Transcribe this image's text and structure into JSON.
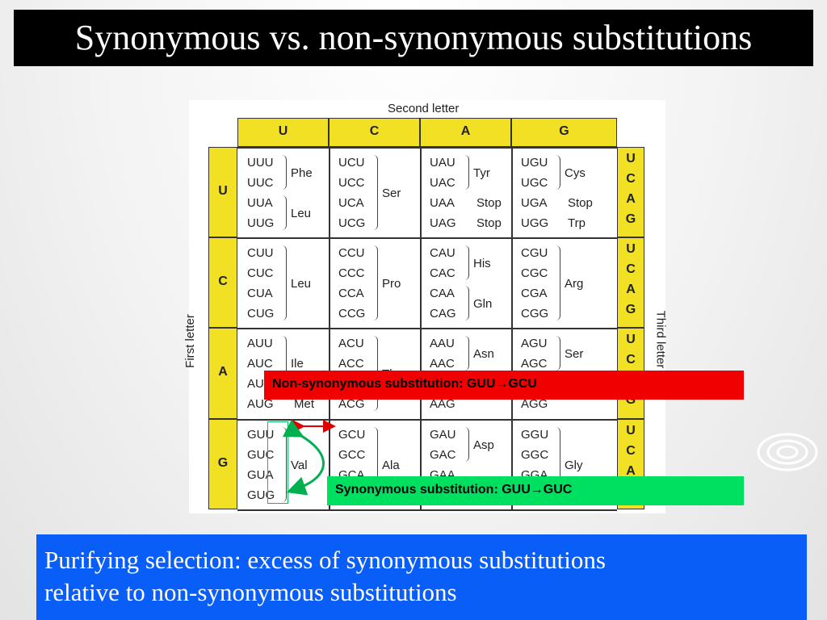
{
  "slide": {
    "title": "Synonymous vs. non-synonymous substitutions",
    "bottom_text_line1": "Purifying selection: excess of synonymous substitutions",
    "bottom_text_line2": "relative to non-synonymous substitutions"
  },
  "callouts": {
    "non_synonymous": "Non-synonymous substitution: GUU→GCU",
    "synonymous": "Synonymous substitution: GUU→GUC"
  },
  "table": {
    "second_letter_label": "Second letter",
    "first_letter_label": "First letter",
    "third_letter_label": "Third letter",
    "second_letters": [
      "U",
      "C",
      "A",
      "G"
    ],
    "first_letters": [
      "U",
      "C",
      "A",
      "G"
    ],
    "third_letters": [
      "U",
      "C",
      "A",
      "G"
    ],
    "blocks": [
      [
        {
          "codons": [
            "UUU",
            "UUC",
            "UUA",
            "UUG"
          ],
          "aa": [
            {
              "name": "Phe",
              "rows": [
                0,
                1
              ]
            },
            {
              "name": "Leu",
              "rows": [
                2,
                3
              ]
            }
          ]
        },
        {
          "codons": [
            "UCU",
            "UCC",
            "UCA",
            "UCG"
          ],
          "aa": [
            {
              "name": "Ser",
              "rows": [
                0,
                3
              ]
            }
          ]
        },
        {
          "codons": [
            "UAU",
            "UAC",
            "UAA",
            "UAG"
          ],
          "aa": [
            {
              "name": "Tyr",
              "rows": [
                0,
                1
              ]
            },
            {
              "name": "Stop",
              "rows": [
                2,
                2
              ]
            },
            {
              "name": "Stop",
              "rows": [
                3,
                3
              ]
            }
          ]
        },
        {
          "codons": [
            "UGU",
            "UGC",
            "UGA",
            "UGG"
          ],
          "aa": [
            {
              "name": "Cys",
              "rows": [
                0,
                1
              ]
            },
            {
              "name": "Stop",
              "rows": [
                2,
                2
              ]
            },
            {
              "name": "Trp",
              "rows": [
                3,
                3
              ]
            }
          ]
        }
      ],
      [
        {
          "codons": [
            "CUU",
            "CUC",
            "CUA",
            "CUG"
          ],
          "aa": [
            {
              "name": "Leu",
              "rows": [
                0,
                3
              ]
            }
          ]
        },
        {
          "codons": [
            "CCU",
            "CCC",
            "CCA",
            "CCG"
          ],
          "aa": [
            {
              "name": "Pro",
              "rows": [
                0,
                3
              ]
            }
          ]
        },
        {
          "codons": [
            "CAU",
            "CAC",
            "CAA",
            "CAG"
          ],
          "aa": [
            {
              "name": "His",
              "rows": [
                0,
                1
              ]
            },
            {
              "name": "Gln",
              "rows": [
                2,
                3
              ]
            }
          ]
        },
        {
          "codons": [
            "CGU",
            "CGC",
            "CGA",
            "CGG"
          ],
          "aa": [
            {
              "name": "Arg",
              "rows": [
                0,
                3
              ]
            }
          ]
        }
      ],
      [
        {
          "codons": [
            "AUU",
            "AUC",
            "AU",
            "AUG"
          ],
          "aa": [
            {
              "name": "Ile",
              "rows": [
                0,
                2
              ]
            },
            {
              "name": "Met",
              "rows": [
                3,
                3
              ]
            }
          ]
        },
        {
          "codons": [
            "ACU",
            "ACC",
            "",
            "ACG"
          ],
          "aa": [
            {
              "name": "Th",
              "rows": [
                0,
                3
              ]
            }
          ]
        },
        {
          "codons": [
            "AAU",
            "AAC",
            "",
            "AAG"
          ],
          "aa": [
            {
              "name": "Asn",
              "rows": [
                0,
                1
              ]
            }
          ]
        },
        {
          "codons": [
            "AGU",
            "AGC",
            "",
            "AGG"
          ],
          "aa": [
            {
              "name": "Ser",
              "rows": [
                0,
                1
              ]
            }
          ]
        }
      ],
      [
        {
          "codons": [
            "GUU",
            "GUC",
            "GUA",
            "GUG"
          ],
          "aa": [
            {
              "name": "Val",
              "rows": [
                0,
                3
              ]
            }
          ]
        },
        {
          "codons": [
            "GCU",
            "GCC",
            "GCA",
            ""
          ],
          "aa": [
            {
              "name": "Ala",
              "rows": [
                0,
                3
              ]
            }
          ]
        },
        {
          "codons": [
            "GAU",
            "GAC",
            "GAA",
            ""
          ],
          "aa": [
            {
              "name": "Asp",
              "rows": [
                0,
                1
              ]
            }
          ]
        },
        {
          "codons": [
            "GGU",
            "GGC",
            "GGA",
            ""
          ],
          "aa": [
            {
              "name": "Gly",
              "rows": [
                0,
                3
              ]
            }
          ]
        }
      ]
    ]
  },
  "colors": {
    "title_bg": "#000000",
    "table_yellow": "#f2e024",
    "non_syn_box": "#f00000",
    "syn_box": "#00e060",
    "bottom_bar": "#0a5ef8",
    "arrow_red": "#e00000",
    "arrow_green": "#00b050"
  }
}
